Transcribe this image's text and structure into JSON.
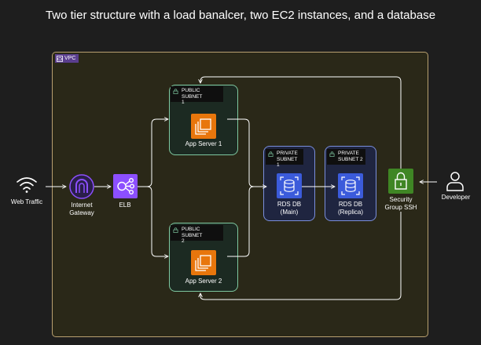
{
  "title": "Two tier structure with a load banalcer, two EC2 instances, and a database",
  "vpc": {
    "label": "VPC"
  },
  "nodes": {
    "web_traffic": "Web Traffic",
    "internet_gateway_1": "Internet",
    "internet_gateway_2": "Gateway",
    "elb": "ELB",
    "app_server_1": "App Server 1",
    "app_server_2": "App Server 2",
    "rds_main_1": "RDS DB",
    "rds_main_2": "(Main)",
    "rds_replica_1": "RDS DB",
    "rds_replica_2": "(Replica)",
    "security_group_1": "Security",
    "security_group_2": "Group SSH",
    "developer": "Developer"
  },
  "subnets": {
    "public_1_line1": "PUBLIC SUBNET",
    "public_1_line2": "1",
    "public_2_line1": "PUBLIC SUBNET",
    "public_2_line2": "2",
    "private_1_line1": "PRIVATE",
    "private_1_line2": "SUBNET 1",
    "private_2_line1": "PRIVATE",
    "private_2_line2": "SUBNET 2"
  },
  "colors": {
    "background": "#1e1e1e",
    "vpc_border": "#b8a070",
    "vpc_tag": "#5a3e8e",
    "public_subnet_border": "#7ec8a0",
    "private_subnet_border": "#7a8edb",
    "ec2_orange": "#e8760c",
    "rds_blue": "#3b5bdb",
    "elb_purple": "#8c4fff",
    "security_green": "#3f8624",
    "connector": "#ffffff"
  }
}
